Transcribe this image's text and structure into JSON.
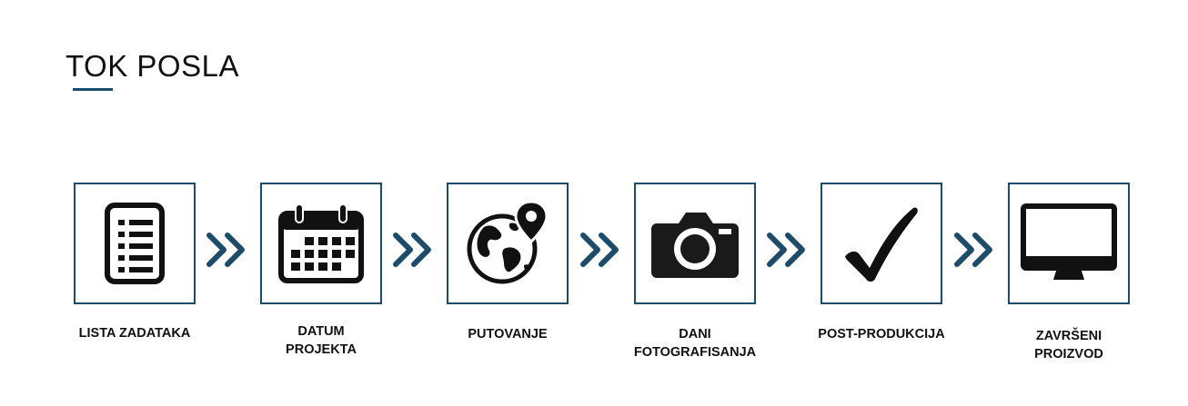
{
  "header": {
    "title": "TOK POSLA",
    "accent_color": "#1d4c6b"
  },
  "steps": [
    {
      "icon": "checklist-icon",
      "label_lines": [
        "LISTA ZADATAKA"
      ]
    },
    {
      "icon": "calendar-icon",
      "label_lines": [
        "DATUM",
        "PROJEKTA"
      ]
    },
    {
      "icon": "globe-location-icon",
      "label_lines": [
        "PUTOVANJE"
      ]
    },
    {
      "icon": "camera-icon",
      "label_lines": [
        "DANI",
        "FOTOGRAFISANJA"
      ]
    },
    {
      "icon": "checkmark-icon",
      "label_lines": [
        "POST-PRODUKCIJA"
      ]
    },
    {
      "icon": "monitor-icon",
      "label_lines": [
        "ZAVRŠENI",
        "PROIZVOD"
      ]
    }
  ],
  "connector_icon": "double-chevron-right-icon"
}
